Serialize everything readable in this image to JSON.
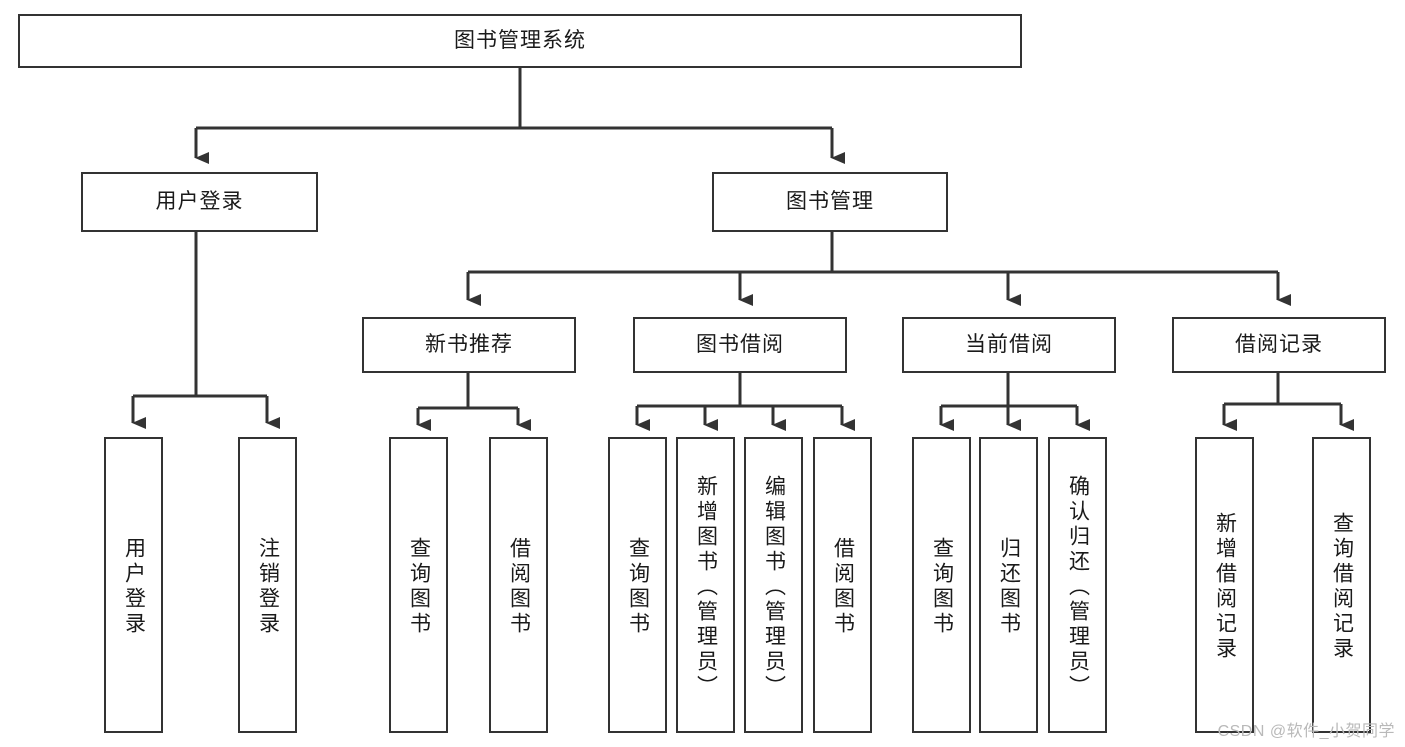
{
  "diagram": {
    "type": "tree",
    "title": "图书管理系统",
    "orientation": "top-down",
    "line_color": "#333333",
    "box_fill": "#ffffff",
    "text_color": "#1a1a1a",
    "root": {
      "id": "root",
      "label": "图书管理系统",
      "text_direction": "horizontal"
    },
    "level2": [
      {
        "id": "user-login",
        "label": "用户登录",
        "text_direction": "horizontal"
      },
      {
        "id": "book-manage",
        "label": "图书管理",
        "text_direction": "horizontal"
      }
    ],
    "level3": [
      {
        "id": "new-book-recommend",
        "label": "新书推荐",
        "text_direction": "horizontal",
        "parent": "book-manage"
      },
      {
        "id": "book-borrow",
        "label": "图书借阅",
        "text_direction": "horizontal",
        "parent": "book-manage"
      },
      {
        "id": "current-borrow",
        "label": "当前借阅",
        "text_direction": "horizontal",
        "parent": "book-manage"
      },
      {
        "id": "borrow-record",
        "label": "借阅记录",
        "text_direction": "horizontal",
        "parent": "book-manage"
      }
    ],
    "leaves": [
      {
        "id": "leaf-user-login",
        "label": "用户登录",
        "parent": "user-login",
        "text_direction": "vertical"
      },
      {
        "id": "leaf-logout-login",
        "label": "注销登录",
        "parent": "user-login",
        "text_direction": "vertical"
      },
      {
        "id": "leaf-query-book-1",
        "label": "查询图书",
        "parent": "new-book-recommend",
        "text_direction": "vertical"
      },
      {
        "id": "leaf-borrow-book-1",
        "label": "借阅图书",
        "parent": "new-book-recommend",
        "text_direction": "vertical"
      },
      {
        "id": "leaf-query-book-2",
        "label": "查询图书",
        "parent": "book-borrow",
        "text_direction": "vertical"
      },
      {
        "id": "leaf-add-book",
        "label": "新增图书（管理员）",
        "parent": "book-borrow",
        "text_direction": "vertical"
      },
      {
        "id": "leaf-edit-book",
        "label": "编辑图书（管理员）",
        "parent": "book-borrow",
        "text_direction": "vertical"
      },
      {
        "id": "leaf-borrow-book-2",
        "label": "借阅图书",
        "parent": "book-borrow",
        "text_direction": "vertical"
      },
      {
        "id": "leaf-query-book-3",
        "label": "查询图书",
        "parent": "current-borrow",
        "text_direction": "vertical"
      },
      {
        "id": "leaf-return-book",
        "label": "归还图书",
        "parent": "current-borrow",
        "text_direction": "vertical"
      },
      {
        "id": "leaf-confirm-return",
        "label": "确认归还（管理员）",
        "parent": "current-borrow",
        "text_direction": "vertical"
      },
      {
        "id": "leaf-add-record",
        "label": "新增借阅记录",
        "parent": "borrow-record",
        "text_direction": "vertical"
      },
      {
        "id": "leaf-query-record",
        "label": "查询借阅记录",
        "parent": "borrow-record",
        "text_direction": "vertical"
      }
    ]
  },
  "watermark": {
    "text": "CSDN @软件_小贺同学"
  }
}
